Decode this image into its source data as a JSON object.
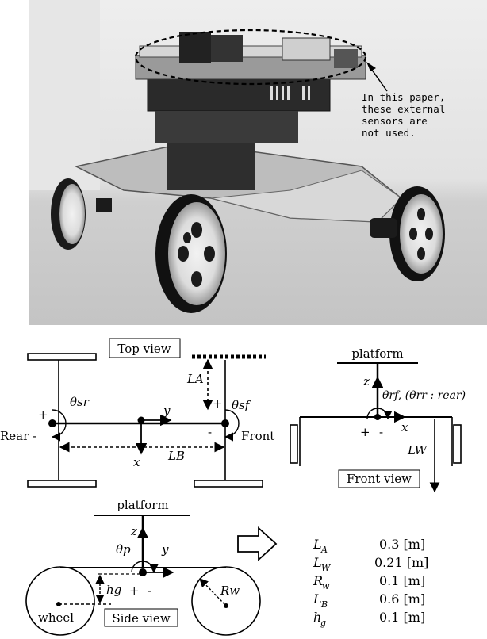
{
  "photo": {
    "callout_lines": [
      "In this paper,",
      "these external",
      "sensors are",
      "not used."
    ],
    "bg_light": "#e9e9e9",
    "bg_floor": "#d0d0d0"
  },
  "top_view": {
    "box_label": "Top view",
    "rear_label": "Rear -",
    "front_label": "Front",
    "theta_sr": "θsr",
    "theta_sf": "θsf",
    "y_axis": "y",
    "x_axis": "x",
    "LA": "LA",
    "LB": "LB",
    "plus_left": "+",
    "plus_right": "+",
    "minus_right": "-"
  },
  "front_view": {
    "platform": "platform",
    "z_axis": "z",
    "theta": "θrf, (θrr : rear)",
    "x_axis": "x",
    "plus": "+",
    "minus": "-",
    "LW": "LW",
    "box_label": "Front view"
  },
  "side_view": {
    "platform": "platform",
    "z_axis": "z",
    "theta_p": "θp",
    "y_axis": "y",
    "plus": "+",
    "minus": "-",
    "hg": "hg",
    "Rw": "Rw",
    "wheel": "wheel",
    "box_label": "Side view"
  },
  "params": [
    {
      "sym": "L",
      "sub": "A",
      "value": "0.3  [m]"
    },
    {
      "sym": "L",
      "sub": "W",
      "value": "0.21  [m]"
    },
    {
      "sym": "R",
      "sub": "w",
      "value": "0.1  [m]"
    },
    {
      "sym": "L",
      "sub": "B",
      "value": "0.6  [m]"
    },
    {
      "sym": "h",
      "sub": "g",
      "value": "0.1  [m]"
    }
  ]
}
